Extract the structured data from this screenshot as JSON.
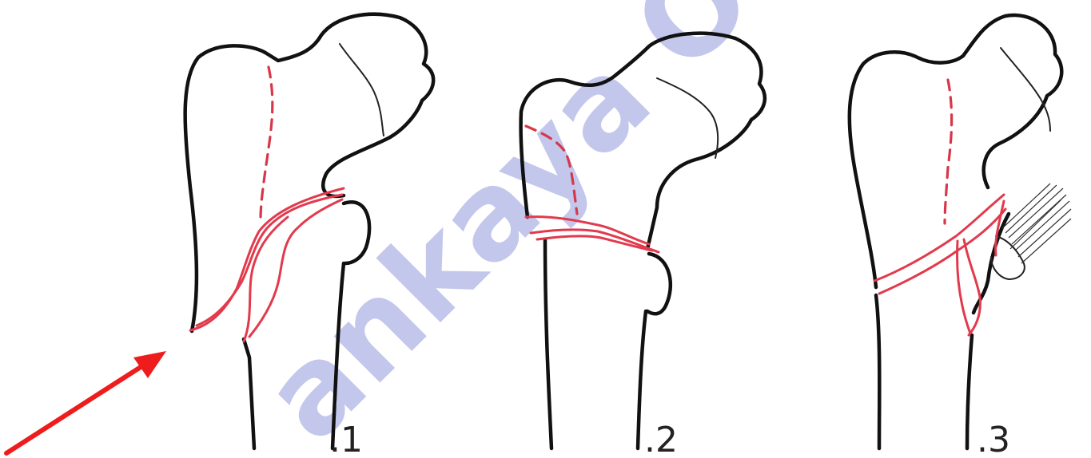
{
  "figures": [
    {
      "id": "1",
      "label": ".1"
    },
    {
      "id": "2",
      "label": ".2"
    },
    {
      "id": "3",
      "label": ".3"
    }
  ],
  "watermark": {
    "text": "ankaya Orto"
  },
  "colors": {
    "outline": "#111111",
    "fracture": "#e23a4d",
    "dashed": "#d8374a",
    "arrow": "#ee1c1c",
    "watermark": "#2c3ab8"
  },
  "arrow": {
    "icon": "red-arrow-icon"
  }
}
